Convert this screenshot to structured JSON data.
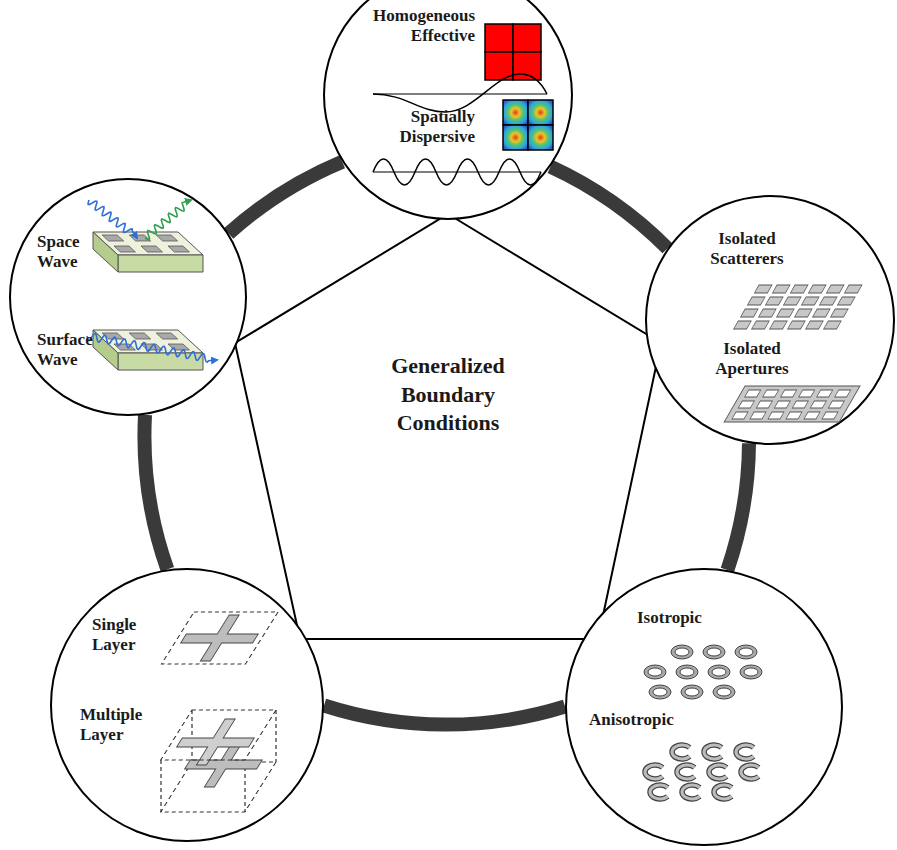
{
  "diagram": {
    "nodes": [
      {
        "text": [
          "Homogeneous Effective",
          "Spatially Dispersive"
        ]
      },
      {
        "text": [
          "Space Wave",
          "Surface Wave"
        ]
      },
      {
        "text": [
          "Isolated Scatterers",
          "Isolated Apertures"
        ]
      },
      {
        "text": [
          "Generalized Boundary Conditions"
        ]
      },
      {
        "text": [
          "Single Layer",
          "Multiple Layer"
        ]
      },
      {
        "text": [
          "Isotropic",
          "Anisotropic"
        ]
      }
    ],
    "edges": [
      {
        "from": 0,
        "to": 2,
        "arrow": "none"
      },
      {
        "from": 2,
        "to": 5,
        "arrow": "none"
      },
      {
        "from": 5,
        "to": 4,
        "arrow": "none"
      },
      {
        "from": 4,
        "to": 1,
        "arrow": "none"
      },
      {
        "from": 1,
        "to": 0,
        "arrow": "none"
      }
    ]
  }
}
